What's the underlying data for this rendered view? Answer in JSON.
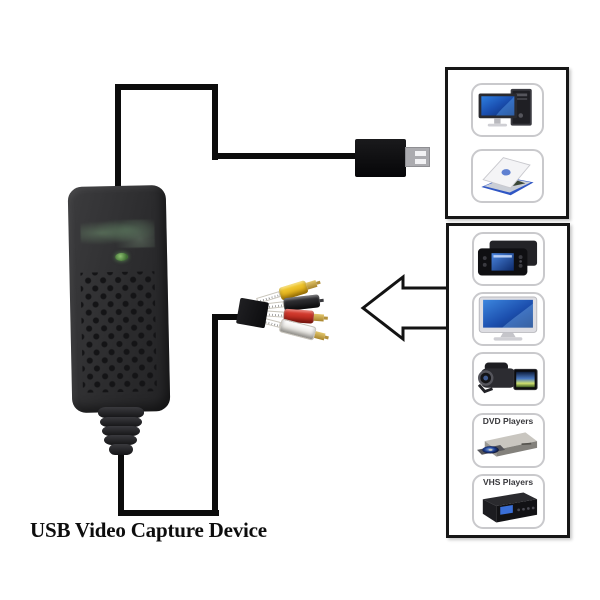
{
  "caption": "USB Video Capture Device",
  "device": {
    "type": "usb-video-capture-dongle",
    "body_color": "#2d2d2f",
    "led_color": "#4f8a3d"
  },
  "connectors": {
    "usb_plug": {
      "body_color": "#111111",
      "metal_color": "#ababaf"
    },
    "rca_leads": [
      {
        "name": "composite-video",
        "color": "#e9b812"
      },
      {
        "name": "s-video",
        "color": "#1a1a1c"
      },
      {
        "name": "audio-right",
        "color": "#c8271c"
      },
      {
        "name": "audio-left",
        "color": "#efece6"
      }
    ]
  },
  "arrow": {
    "direction": "left",
    "fill": "#ffffff",
    "stroke": "#131313"
  },
  "panels": {
    "usb_sources": {
      "items": [
        {
          "icon": "desktop-computer",
          "label": ""
        },
        {
          "icon": "laptop",
          "label": ""
        }
      ]
    },
    "video_sources": {
      "items": [
        {
          "icon": "portable-media-player",
          "label": ""
        },
        {
          "icon": "tv-monitor",
          "label": ""
        },
        {
          "icon": "camcorder",
          "label": ""
        },
        {
          "icon": "dvd-player",
          "label": "DVD Players"
        },
        {
          "icon": "vhs-player",
          "label": "VHS Players"
        }
      ]
    }
  }
}
